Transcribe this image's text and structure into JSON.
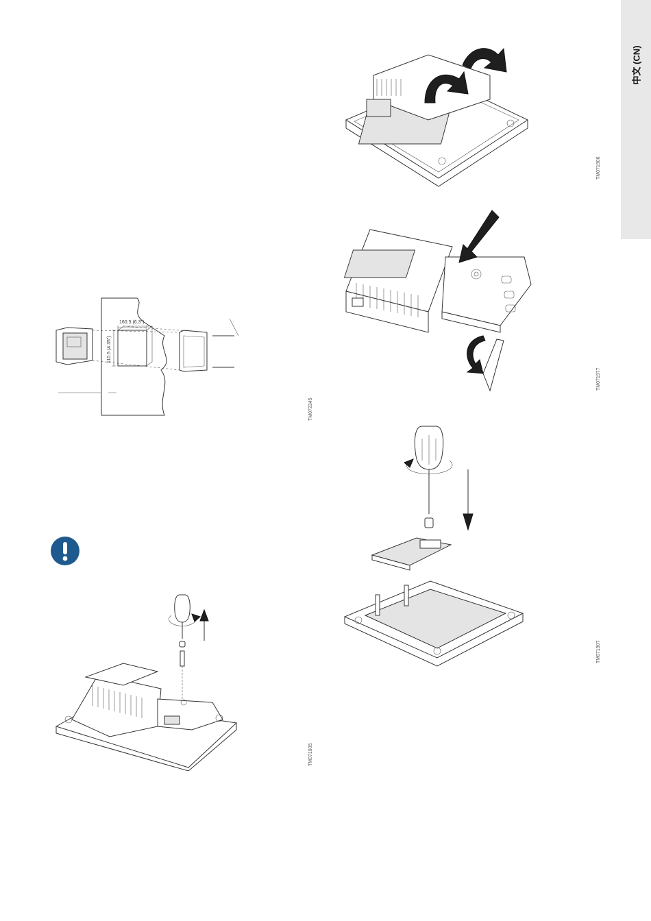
{
  "side_tab": {
    "label": "中文 (CN)"
  },
  "figures": {
    "panel_cutout": {
      "code": "TM072345",
      "width_label": "160.5 (6.3\")",
      "height_label": "110.5 (4.35\")"
    },
    "remove_screw": {
      "code": "TM071905"
    },
    "lift_cover": {
      "code": "TM071906"
    },
    "insert_module": {
      "code": "TM071977"
    },
    "mount_board": {
      "code": "TM071907"
    }
  },
  "notice": {
    "icon": "exclamation-icon",
    "color": "#1f5a8e"
  }
}
